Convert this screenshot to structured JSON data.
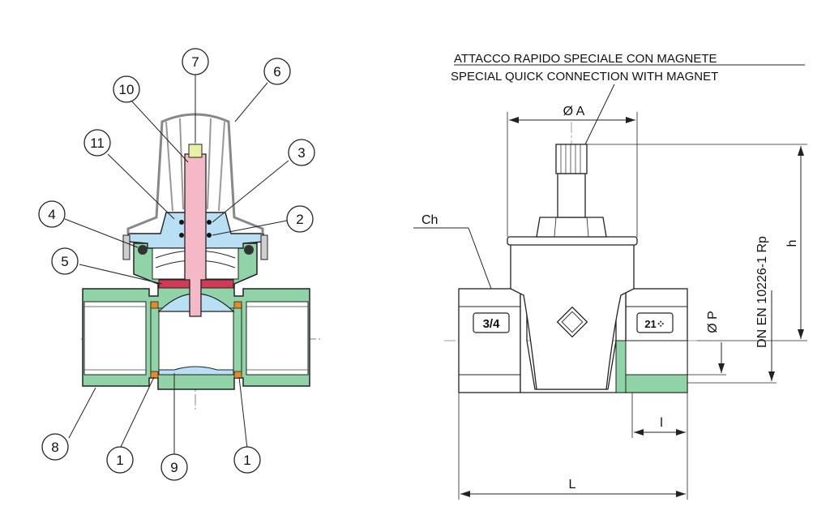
{
  "header": {
    "line_it": "ATTACCO RAPIDO SPECIALE CON MAGNETE",
    "line_en": "SPECIAL QUICK CONNECTION WITH MAGNET"
  },
  "section_view": {
    "balloons": [
      {
        "id": "b1a",
        "text": "1"
      },
      {
        "id": "b1b",
        "text": "1"
      },
      {
        "id": "b2",
        "text": "2"
      },
      {
        "id": "b3",
        "text": "3"
      },
      {
        "id": "b4",
        "text": "4"
      },
      {
        "id": "b5",
        "text": "5"
      },
      {
        "id": "b6",
        "text": "6"
      },
      {
        "id": "b7",
        "text": "7"
      },
      {
        "id": "b8",
        "text": "8"
      },
      {
        "id": "b9",
        "text": "9"
      },
      {
        "id": "b10",
        "text": "10"
      },
      {
        "id": "b11",
        "text": "11"
      }
    ]
  },
  "dimension_view": {
    "diameter_a": "Ø A",
    "h": "h",
    "ch": "Ch",
    "diameter_p": "Ø P",
    "thread_std": "DN EN 10226-1 Rp",
    "l_small": "l",
    "l_total": "L",
    "size_mark": "3/4",
    "code_mark": "21⁘"
  },
  "colors": {
    "body_green": "#8fd3a7",
    "cap_blue": "#b8dff3",
    "stem_pink": "#f4b8c6",
    "seat_red": "#d23a55",
    "oring_orange": "#e8892c",
    "magnet_yellow": "#e9f1a8",
    "line": "#222222"
  }
}
